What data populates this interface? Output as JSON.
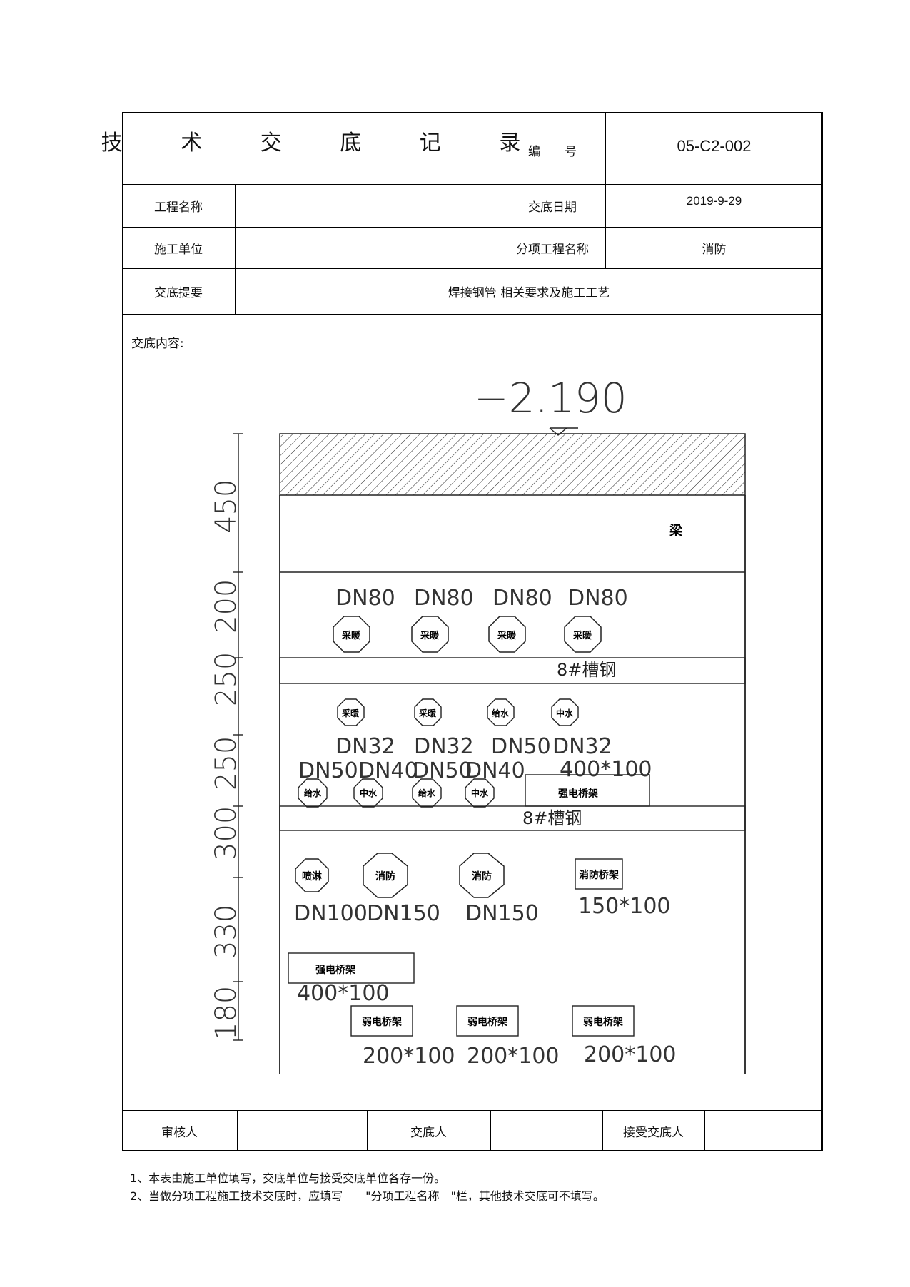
{
  "header": {
    "title": "技 术 交 底 记 录",
    "number_label": "编　　号",
    "number_value": "05-C2-002"
  },
  "rows": {
    "project_name_label": "工程名称",
    "project_name_value": "",
    "date_label": "交底日期",
    "date_value": "2019-9-29",
    "contractor_label": "施工单位",
    "contractor_value": "",
    "subitem_label": "分项工程名称",
    "subitem_value": "消防",
    "summary_label": "交底提要",
    "summary_value": "焊接钢管  相关要求及施工工艺"
  },
  "content": {
    "label": "交底内容:",
    "drawing": {
      "elevation": "−2.190",
      "dimensions": [
        "450",
        "200",
        "250",
        "250",
        "300",
        "330",
        "180"
      ],
      "beam_label": "梁",
      "channel_steel": "8#槽钢",
      "row1_sizes": [
        "DN80",
        "DN80",
        "DN80",
        "DN80"
      ],
      "row1_pipes": [
        "采暖",
        "采暖",
        "采暖",
        "采暖"
      ],
      "row2_pipes": [
        "采暖",
        "采暖",
        "给水",
        "中水"
      ],
      "row2_sizes": [
        "DN32",
        "DN32",
        "DN50",
        "DN32"
      ],
      "row3_sizes": [
        "DN50",
        "DN40",
        "DN50",
        "DN40"
      ],
      "row3_pipes": [
        "给水",
        "中水",
        "给水",
        "中水"
      ],
      "strong_tray_label": "强电桥架",
      "strong_tray_size": "400*100",
      "row4_pipes": [
        "喷淋",
        "消防",
        "消防"
      ],
      "row4_sizes": [
        "DN100",
        "DN150",
        "DN150"
      ],
      "fire_tray_label": "消防桥架",
      "fire_tray_size": "150*100",
      "weak_tray_label": "弱电桥架",
      "weak_tray_size": "200*100"
    }
  },
  "footer": {
    "reviewer_label": "审核人",
    "presenter_label": "交底人",
    "receiver_label": "接受交底人"
  },
  "notes": [
    "1、本表由施工单位填写，交底单位与接受交底单位各存一份。",
    "2、当做分项工程施工技术交底时，应填写　　\"分项工程名称　\"栏，其他技术交底可不填写。"
  ]
}
